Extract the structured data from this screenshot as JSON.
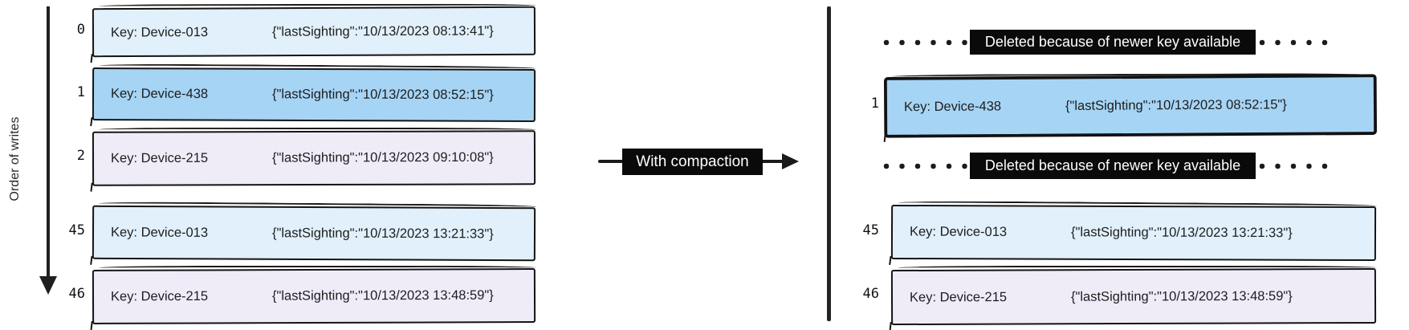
{
  "left_panel": {
    "axis_label": "Order of writes",
    "rows": [
      {
        "num": "0",
        "key": "Key: Device-013",
        "value": "{\"lastSighting\":\"10/13/2023 08:13:41\"}",
        "color": "light_blue"
      },
      {
        "num": "1",
        "key": "Key: Device-438",
        "value": "{\"lastSighting\":\"10/13/2023 08:52:15\"}",
        "color": "blue"
      },
      {
        "num": "2",
        "key": "Key: Device-215",
        "value": "{\"lastSighting\":\"10/13/2023 09:10:08\"}",
        "color": "lavender"
      },
      {
        "num": "45",
        "key": "Key: Device-013",
        "value": "{\"lastSighting\":\"10/13/2023 13:21:33\"}",
        "color": "light_blue"
      },
      {
        "num": "46",
        "key": "Key: Device-215",
        "value": "{\"lastSighting\":\"10/13/2023 13:48:59\"}",
        "color": "lavender"
      }
    ]
  },
  "transform_arrow": {
    "label": "With compaction"
  },
  "right_panel": {
    "deleted_note_1": "Deleted because of newer key available",
    "deleted_note_2": "Deleted because of newer key available",
    "rows": [
      {
        "num": "1",
        "key": "Key: Device-438",
        "value": "{\"lastSighting\":\"10/13/2023 08:52:15\"}",
        "color": "blue"
      },
      {
        "num": "45",
        "key": "Key: Device-013",
        "value": "{\"lastSighting\":\"10/13/2023 13:21:33\"}",
        "color": "light_blue"
      },
      {
        "num": "46",
        "key": "Key: Device-215",
        "value": "{\"lastSighting\":\"10/13/2023 13:48:59\"}",
        "color": "lavender"
      }
    ]
  },
  "colors": {
    "light_blue": "#e1f0fb",
    "blue": "#a6d4f5",
    "lavender": "#efecf8",
    "ink": "#1a1a1a",
    "label_bg": "#0a0a0a",
    "label_text": "#ffffff"
  }
}
